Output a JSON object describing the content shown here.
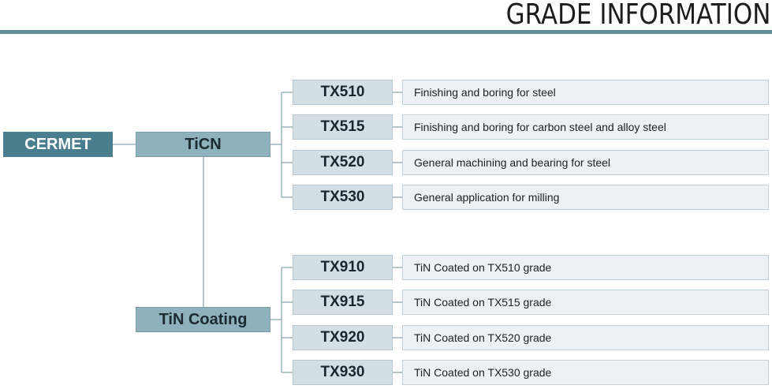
{
  "header": {
    "title": "GRADE INFORMATION"
  },
  "root": {
    "label": "CERMET"
  },
  "groups": [
    {
      "label": "TiCN",
      "grades": [
        {
          "code": "TX510",
          "description": "Finishing and boring for steel"
        },
        {
          "code": "TX515",
          "description": "Finishing and boring for carbon steel and alloy steel"
        },
        {
          "code": "TX520",
          "description": "General machining and bearing for steel"
        },
        {
          "code": "TX530",
          "description": "General application for milling"
        }
      ]
    },
    {
      "label": "TiN Coating",
      "grades": [
        {
          "code": "TX910",
          "description": "TiN Coated on TX510 grade"
        },
        {
          "code": "TX915",
          "description": "TiN Coated on TX515 grade"
        },
        {
          "code": "TX920",
          "description": "TiN Coated on TX520 grade"
        },
        {
          "code": "TX930",
          "description": "TiN Coated on TX530 grade"
        }
      ]
    }
  ],
  "colors": {
    "accent": "#5f8d9a",
    "root": "#4a7e8e",
    "group": "#8fb0bd",
    "grade": "#d4dfe5",
    "description": "#ebf1f5",
    "connector": "#8fa8b2"
  }
}
